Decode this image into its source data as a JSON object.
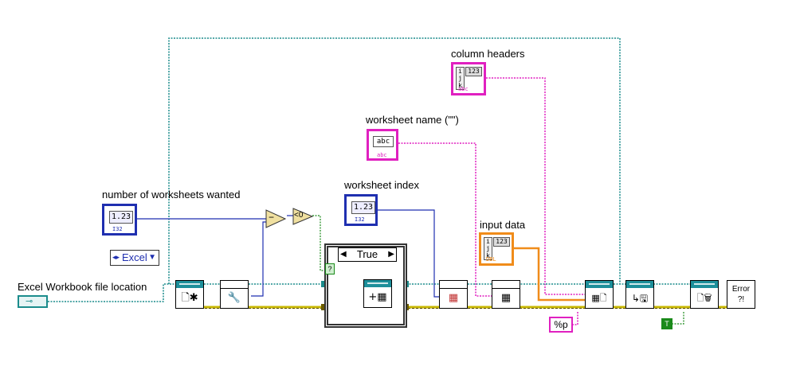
{
  "labels": {
    "column_headers": "column headers",
    "worksheet_name": "worksheet name (\"\")",
    "worksheet_index": "worksheet index",
    "number_of_worksheets": "number of worksheets wanted",
    "input_data": "input data",
    "excel_file_location": "Excel Workbook file location"
  },
  "controls": {
    "numeric_value": "1.23",
    "numeric_tag": "I32",
    "string_value": "abc",
    "string_tag": "abc",
    "array_value": "123",
    "array_index": "i j k",
    "input_data_tag": "DBL"
  },
  "ring": {
    "value": "Excel",
    "arrow": "▼"
  },
  "case_structure": {
    "selector": "True",
    "left_arrow": "◀",
    "right_arrow": "▶",
    "selector_terminal": "?"
  },
  "constants": {
    "format": "%p",
    "boolean": "T"
  },
  "operators": {
    "subtract": "−",
    "less_than_zero": "<0"
  },
  "functions": {
    "new_report": "🗋✱",
    "set_property": "🔧",
    "new_worksheet": "+▦",
    "select_worksheet": "▦",
    "set_name": "▦",
    "append_table": "▦🗋",
    "save_report": "↳🖫",
    "dispose_report": "🗋🗑",
    "error_handler": "Error ?!"
  },
  "colors": {
    "refnum_wire": "#1b8c8c",
    "numeric_wire": "#1f2fb0",
    "string_wire": "#e020c0",
    "error_wire": "#c9b800",
    "dbl_wire": "#f08c1a",
    "boolean_wire": "#1a8a1a"
  }
}
